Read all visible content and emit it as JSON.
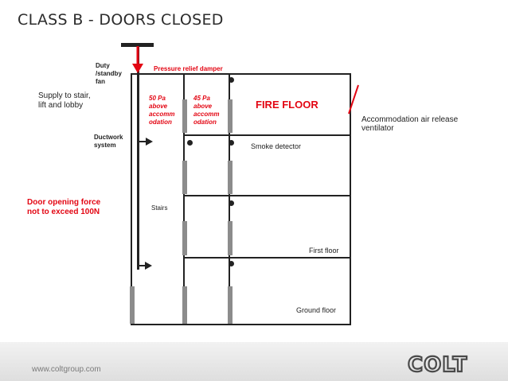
{
  "title": "CLASS B - DOORS CLOSED",
  "labels": {
    "duty_fan": "Duty /standby fan",
    "pressure_damper": "Pressure relief damper",
    "supply": "Supply to stair, lift and lobby",
    "pressure_50": "50 Pa above accomm odation",
    "pressure_45": "45 Pa above accomm odation",
    "fire_floor": "FIRE FLOOR",
    "air_release": "Accommodation air release ventilator",
    "ductwork": "Ductwork system",
    "smoke_detector": "Smoke detector",
    "door_force": "Door opening force not to exceed 100N",
    "stairs": "Stairs",
    "first_floor": "First floor",
    "ground_floor": "Ground floor"
  },
  "footer": {
    "url": "www.coltgroup.com",
    "logo": "COLT"
  },
  "colors": {
    "accent_red": "#e30613",
    "line": "#222222",
    "door_grey": "#8c8c8c"
  }
}
